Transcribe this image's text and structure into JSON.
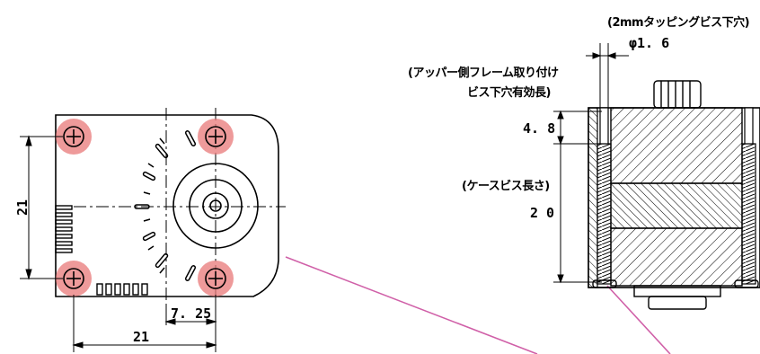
{
  "colors": {
    "line": "#000000",
    "highlight": "#e87878",
    "leader": "#d060a8",
    "hatch": "#000000"
  },
  "front_view": {
    "dim_height": "21",
    "dim_width": "21",
    "dim_center_offset": "7. 25"
  },
  "side_view": {
    "note_tapping_hole": "(2mmタッピングビス下穴)",
    "dim_phi": "φ1. 6",
    "note_upper_frame_line1": "(アッパー側フレーム取り付け",
    "note_upper_frame_line2": "ビス下穴有効長)",
    "dim_effective_length": "4. 8",
    "note_case_screw": "(ケースビス長さ)",
    "dim_case_screw_length": "2 0"
  }
}
